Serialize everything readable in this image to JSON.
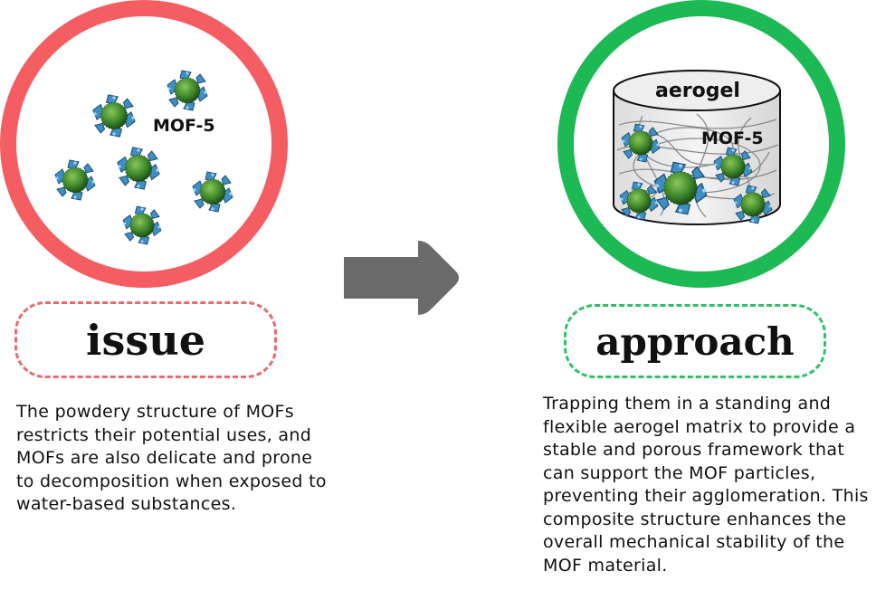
{
  "issue": {
    "title": "issue",
    "mof_label": "MOF-5",
    "description": "The powdery structure of MOFs restricts their potential uses, and MOFs are also delicate and prone to decomposition when exposed to water-based substances."
  },
  "approach": {
    "title": "approach",
    "aerogel_label": "aerogel",
    "mof_label": "MOF-5",
    "description": "Trapping them in a standing and flexible aerogel matrix to provide a stable and porous framework that can support the MOF particles, preventing their agglomeration. This composite structure enhances the overall mechanical stability of the MOF material."
  },
  "colors": {
    "issue_ring": "#f45d62",
    "approach_ring": "#1db954",
    "arrow": "#6b6b6b",
    "particle": "#3f8a2c",
    "crystal": "#3d8fc4"
  },
  "icons": {
    "arrow": "right-arrow-icon",
    "particle": "mof-particle-icon",
    "container": "aerogel-cylinder-icon"
  }
}
